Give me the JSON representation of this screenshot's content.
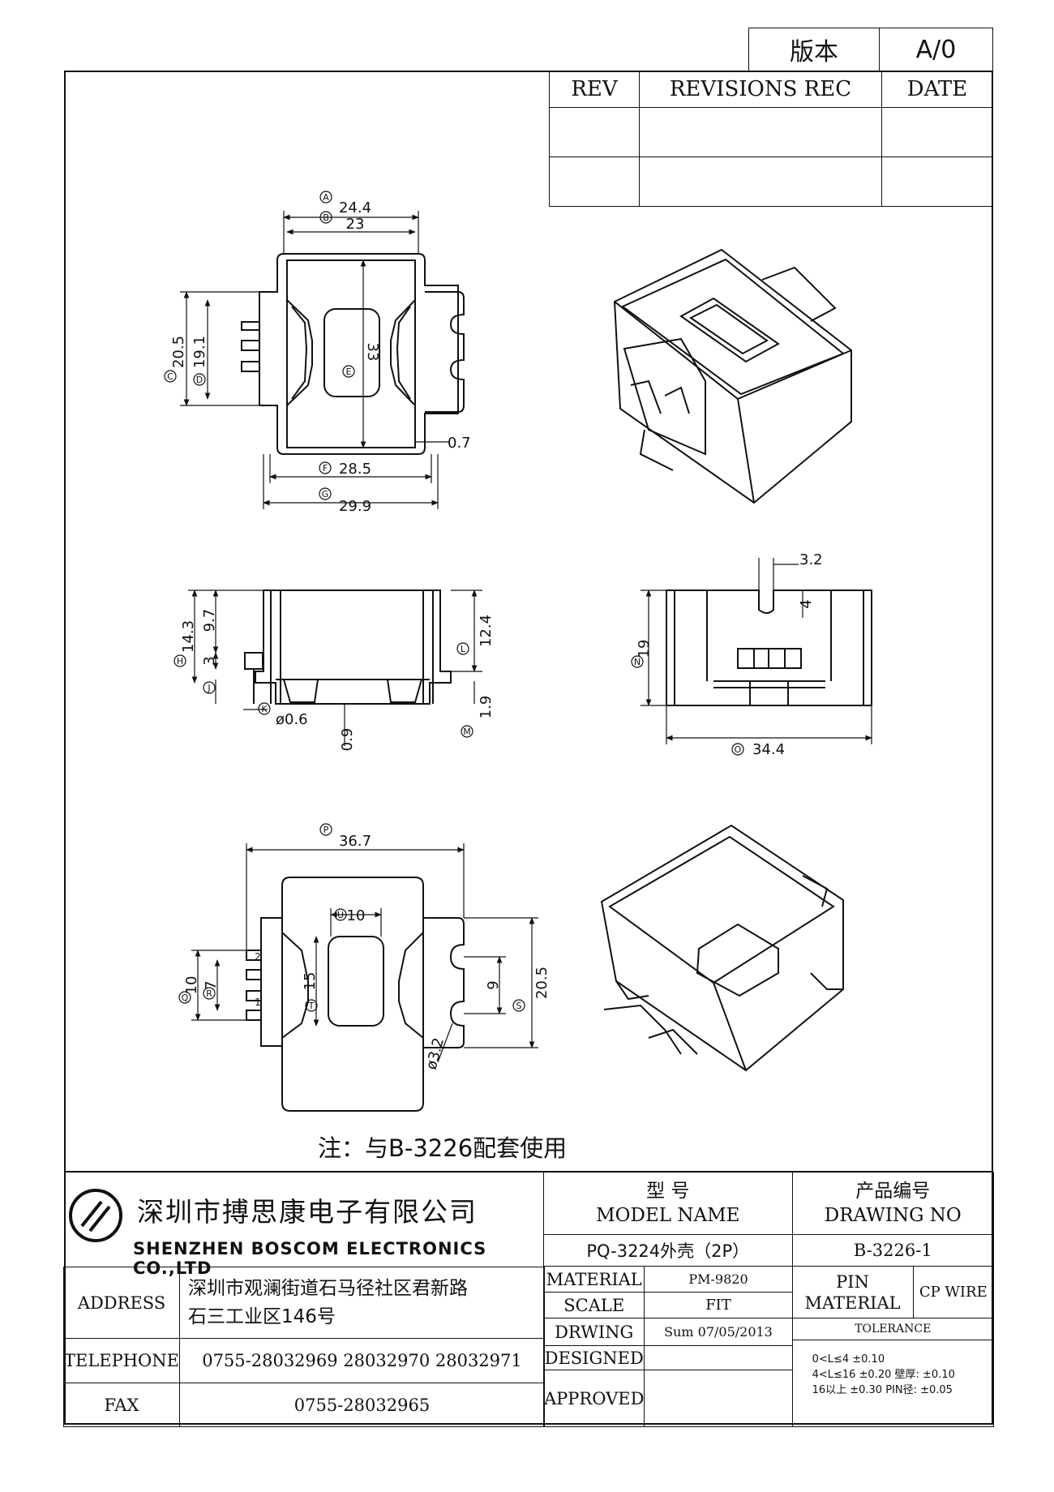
{
  "version_box": {
    "label": "版本",
    "value": "A/0"
  },
  "revisions": {
    "headers": [
      "REV",
      "REVISIONS REC",
      "DATE"
    ],
    "rows": [
      [
        "",
        "",
        ""
      ],
      [
        "",
        "",
        ""
      ]
    ]
  },
  "dimensions": {
    "top_view": {
      "A": "24.4",
      "B": "23",
      "C": "20.5",
      "D": "19.1",
      "E": "33",
      "F": "28.5",
      "G": "29.9",
      "wall": "0.7",
      "bubbles": [
        "A",
        "B",
        "C",
        "D",
        "E",
        "F",
        "G"
      ]
    },
    "side_view": {
      "H_main": "14.3",
      "H_sub": "9.7",
      "H_pin": "3",
      "L": "12.4",
      "K": "ø0.6",
      "N": "0.9",
      "M": "1.9",
      "bubbles": [
        "H",
        "J",
        "K",
        "L",
        "M"
      ]
    },
    "front_view": {
      "N": "19",
      "O": "34.4",
      "slot_w": "3.2",
      "slot_d": "4",
      "bubbles": [
        "N",
        "O"
      ]
    },
    "bottom_view": {
      "P": "36.7",
      "Q": "10",
      "R": "7",
      "S": "20.5",
      "T": "15",
      "U": "10",
      "slot_pitch": "9",
      "hole": "ø3.2",
      "pin_labels": [
        "2",
        "1"
      ],
      "bubbles": [
        "P",
        "Q",
        "R",
        "S",
        "T",
        "U"
      ]
    }
  },
  "note": "注：与B-3226配套使用",
  "company": {
    "name_cn": "深圳市搏思康电子有限公司",
    "name_en": "SHENZHEN BOSCOM ELECTRONICS CO.,LTD",
    "logo": "boscom-logo"
  },
  "title_block": {
    "address_label": "ADDRESS",
    "address_line1": "深圳市观澜街道石马径社区君新路",
    "address_line2": "石三工业区146号",
    "telephone_label": "TELEPHONE",
    "telephone": "0755-28032969 28032970 28032971",
    "fax_label": "FAX",
    "fax": "0755-28032965",
    "model_label_cn": "型    号",
    "model_label_en": "MODEL NAME",
    "model_name": "PQ-3224外壳（2P）",
    "drawing_label_cn": "产品编号",
    "drawing_label_en": "DRAWING NO",
    "drawing_no": "B-3226-1",
    "material_label": "MATERIAL",
    "material": "PM-9820",
    "scale_label": "SCALE",
    "scale": "FIT",
    "drwing_label": "DRWING",
    "drwing": "Sum 07/05/2013",
    "designed_label": "DESIGNED",
    "designed": "",
    "approved_label": "APPROVED",
    "approved": "",
    "pin_label": "PIN",
    "pin_material_label": "MATERIAL",
    "pin_material": "CP WIRE",
    "tolerance_label": "TOLERANCE",
    "tolerance_lines": [
      "0<L≤4  ±0.10",
      "4<L≤16  ±0.20    壁厚:  ±0.10",
      "16以上    ±0.30   PIN径: ±0.05"
    ]
  }
}
